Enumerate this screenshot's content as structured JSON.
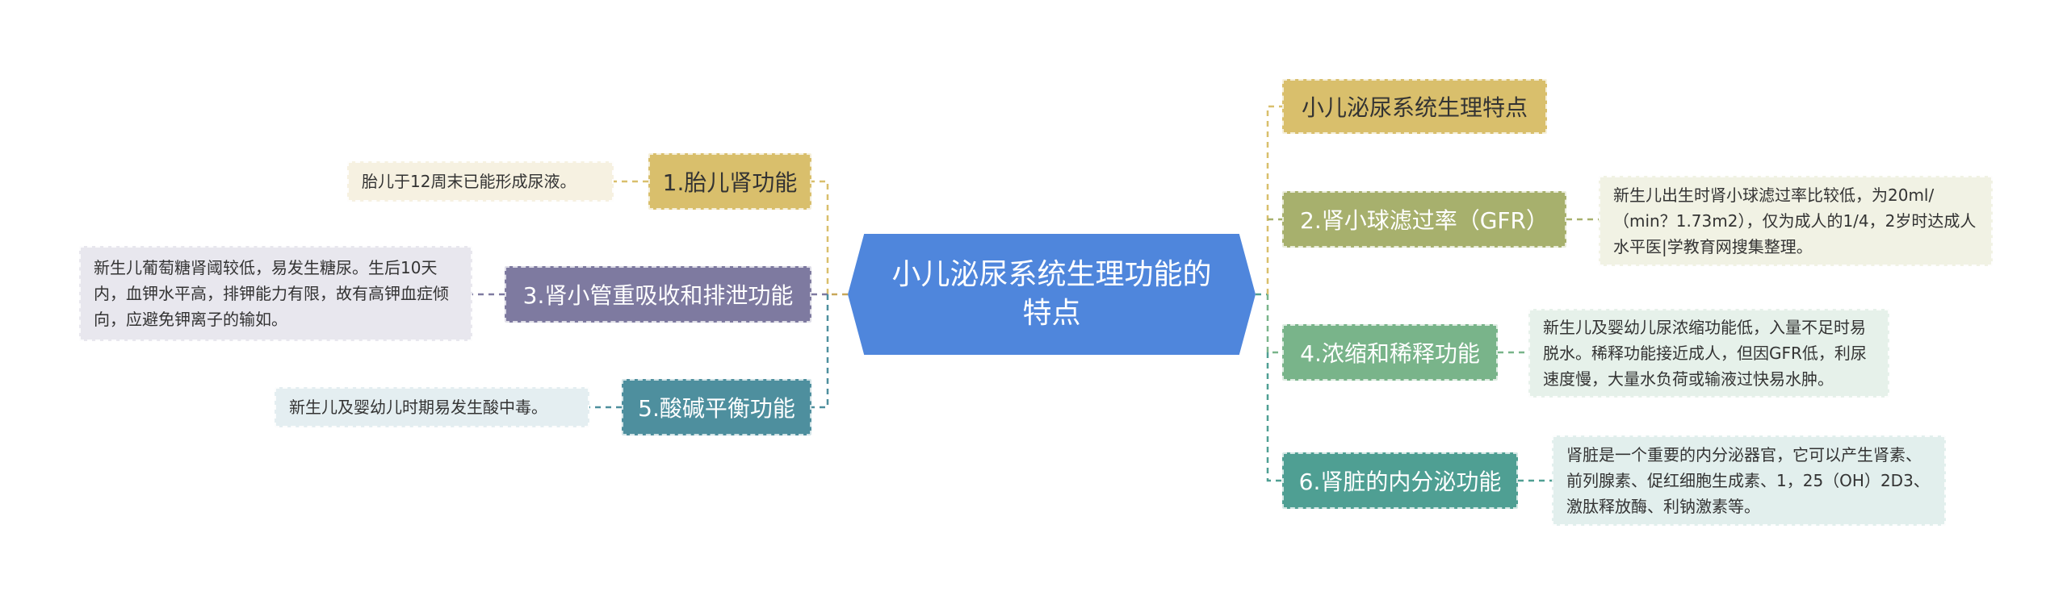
{
  "center": {
    "label": "小儿泌尿系统生理功能的特点"
  },
  "left": [
    {
      "label": "1.胎儿肾功能",
      "note": "胎儿于12周末已能形成尿液。"
    },
    {
      "label": "3.肾小管重吸收和排泄功能",
      "note": "新生儿葡萄糖肾阈较低，易发生糖尿。生后10天内，血钾水平高，排钾能力有限，故有高钾血症倾向，应避免钾离子的输如。"
    },
    {
      "label": "5.酸碱平衡功能",
      "note": "新生儿及婴幼儿时期易发生酸中毒。"
    }
  ],
  "right": [
    {
      "label": "小儿泌尿系统生理特点"
    },
    {
      "label": "2.肾小球滤过率（GFR）",
      "note": "新生儿出生时肾小球滤过率比较低，为20ml/（min？1.73m2），仅为成人的1/4，2岁时达成人水平医|学教育网搜集整理。"
    },
    {
      "label": "4.浓缩和稀释功能",
      "note": "新生儿及婴幼儿尿浓缩功能低，入量不足时易脱水。稀释功能接近成人，但因GFR低，利尿速度慢，大量水负荷或输液过快易水肿。"
    },
    {
      "label": "6.肾脏的内分泌功能",
      "note": "肾脏是一个重要的内分泌器官，它可以产生肾素、前列腺素、促红细胞生成素、1，25（OH）2D3、激肽释放酶、利钠激素等。"
    }
  ],
  "colors": {
    "center": "#4f86dc",
    "gold": "#d9bf6c",
    "olive": "#a7b06d",
    "green": "#79b48a",
    "teal": "#4f9f93",
    "purple": "#7e7aa0",
    "steel": "#4e8f9e"
  }
}
